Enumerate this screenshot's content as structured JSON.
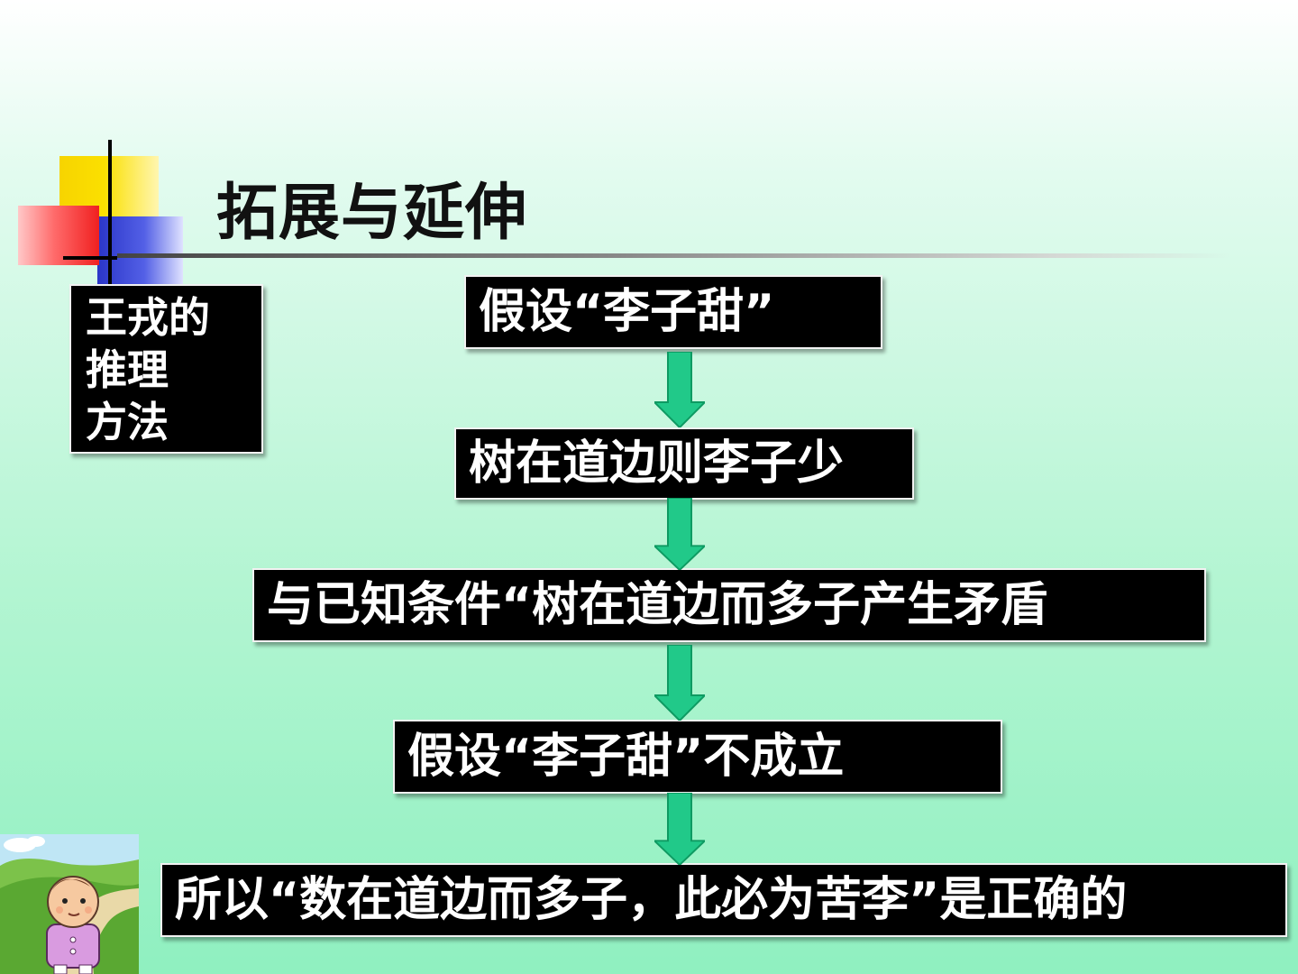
{
  "title": "拓展与延伸",
  "side_label": {
    "lines": [
      "王戎的",
      "推理",
      "方法"
    ]
  },
  "flow": {
    "steps": [
      "假设“李子甜”",
      "树在道边则李子少",
      "与已知条件“树在道边而多子产生矛盾",
      "假设“李子甜”不成立",
      "所以“数在道边而多子，此必为苦李”是正确的"
    ],
    "arrow_color": "#21c989"
  },
  "colors": {
    "box_background": "#000000",
    "box_text": "#ffffff",
    "accent_yellow": "#f7d400",
    "accent_blue": "#2a35c8",
    "accent_red": "#f02020"
  },
  "icons": [
    "child-cartoon-illustration"
  ]
}
